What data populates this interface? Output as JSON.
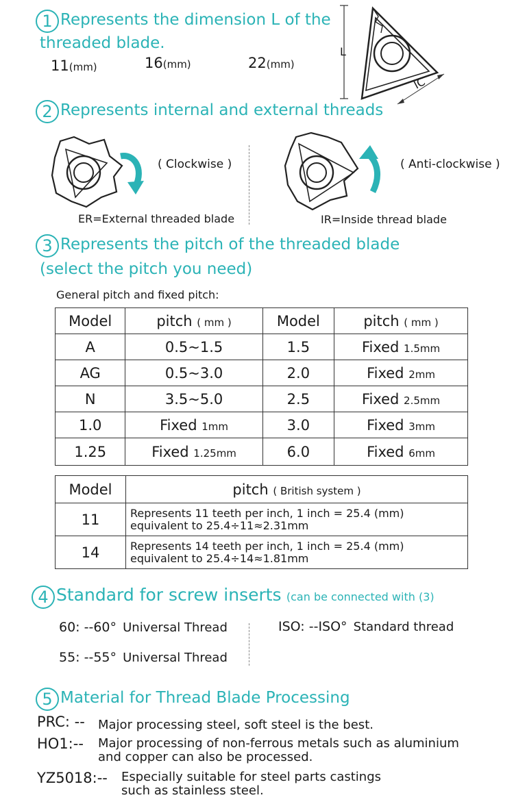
{
  "s1": {
    "num": "1",
    "title_line1": "Represents the dimension L of the",
    "title_line2": "threaded blade.",
    "dims": [
      {
        "value": "11",
        "unit": "(mm)"
      },
      {
        "value": "16",
        "unit": "(mm)"
      },
      {
        "value": "22",
        "unit": "(mm)"
      }
    ],
    "label_L": "L",
    "label_IC": "IC"
  },
  "s2": {
    "num": "2",
    "title": "Represents internal and external threads",
    "clockwise": "( Clockwise )",
    "anticlockwise": "( Anti-clockwise )",
    "er": "ER=External threaded blade",
    "ir": "IR=Inside thread blade"
  },
  "s3": {
    "num": "3",
    "title": "Represents the pitch of the threaded blade",
    "subtitle": "(select the pitch you need)",
    "caption": "General pitch and fixed pitch:",
    "table1": {
      "h_model": "Model",
      "h_pitch": "pitch",
      "h_unit": "( mm )",
      "rows": [
        {
          "m1": "A",
          "p1": "0.5~1.5",
          "p1u": "",
          "m2": "1.5",
          "p2": "Fixed",
          "p2u": "1.5mm"
        },
        {
          "m1": "AG",
          "p1": "0.5~3.0",
          "p1u": "",
          "m2": "2.0",
          "p2": "Fixed",
          "p2u": "2mm"
        },
        {
          "m1": "N",
          "p1": "3.5~5.0",
          "p1u": "",
          "m2": "2.5",
          "p2": "Fixed",
          "p2u": "2.5mm"
        },
        {
          "m1": "1.0",
          "p1": "Fixed",
          "p1u": "1mm",
          "m2": "3.0",
          "p2": "Fixed",
          "p2u": "3mm"
        },
        {
          "m1": "1.25",
          "p1": "Fixed",
          "p1u": "1.25mm",
          "m2": "6.0",
          "p2": "Fixed",
          "p2u": "6mm"
        }
      ]
    },
    "table2": {
      "h_model": "Model",
      "h_pitch": "pitch",
      "h_unit": "( British system )",
      "rows": [
        {
          "m": "11",
          "l1": "Represents 11 teeth per inch, 1 inch = 25.4 (mm)",
          "l2": "equivalent to 25.4÷11≈2.31mm"
        },
        {
          "m": "14",
          "l1": "Represents 14 teeth per inch, 1 inch = 25.4 (mm)",
          "l2": "equivalent to 25.4÷14≈1.81mm"
        }
      ]
    }
  },
  "s4": {
    "num": "4",
    "title": "Standard for screw inserts",
    "title_note": "(can be connected with (3)",
    "i60_code": "60: --60°",
    "i60_desc": "Universal Thread",
    "i55_code": "55: --55°",
    "i55_desc": "Universal Thread",
    "iso_code": "ISO: --ISO°",
    "iso_desc": "Standard thread"
  },
  "s5": {
    "num": "5",
    "title": "Material for Thread Blade Processing",
    "prc_code": "PRC: --",
    "prc_desc": "Major processing steel, soft steel is the best.",
    "ho1_code": "HO1:--",
    "ho1_desc1": "Major processing of non-ferrous metals such as aluminium",
    "ho1_desc2": "and copper can also be processed.",
    "yz_code": "YZ5018:--",
    "yz_desc1": "Especially suitable for steel parts castings",
    "yz_desc2": "such as stainless steel."
  },
  "colors": {
    "accent": "#2bb3b6",
    "text": "#1a1a1a",
    "arrow": "#2bb3b6"
  }
}
